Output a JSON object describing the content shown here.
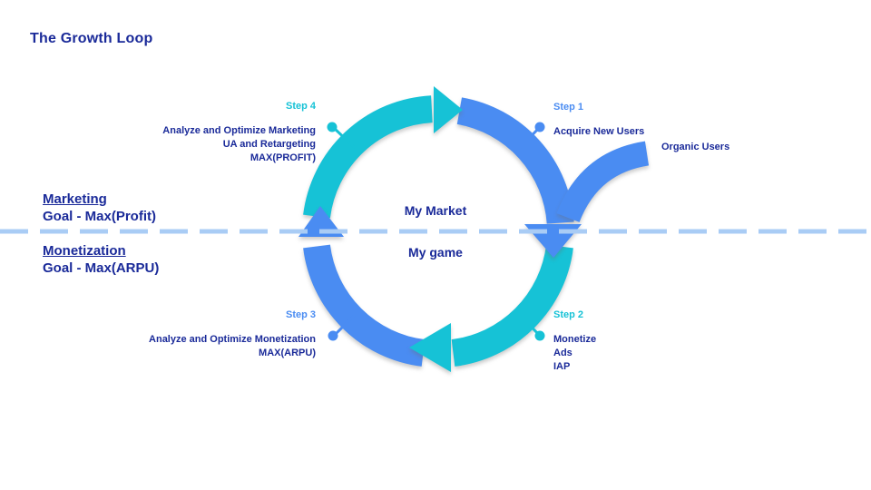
{
  "title": "The Growth Loop",
  "palette": {
    "blue": "#4A8CF2",
    "teal": "#16C2D6",
    "navy_text": "#1A2A99",
    "divider_line": "#A9CCF5"
  },
  "divider": {
    "top_zone": {
      "name": "Marketing",
      "goal": "Goal - Max(Profit)"
    },
    "bottom_zone": {
      "name": "Monetization",
      "goal": "Goal - Max(ARPU)"
    }
  },
  "center": {
    "above_line": "My Market",
    "below_line": "My game"
  },
  "organic": {
    "label": "Organic Users"
  },
  "steps": [
    {
      "label": "Step 1",
      "color": "blue",
      "lines": [
        "Acquire New Users"
      ]
    },
    {
      "label": "Step 2",
      "color": "teal",
      "lines": [
        "Monetize",
        "Ads",
        "IAP"
      ]
    },
    {
      "label": "Step 3",
      "color": "blue",
      "lines": [
        "Analyze and Optimize Monetization",
        "MAX(ARPU)"
      ]
    },
    {
      "label": "Step 4",
      "color": "teal",
      "lines": [
        "Analyze and Optimize Marketing",
        "UA and Retargeting",
        "MAX(PROFIT)"
      ]
    }
  ]
}
